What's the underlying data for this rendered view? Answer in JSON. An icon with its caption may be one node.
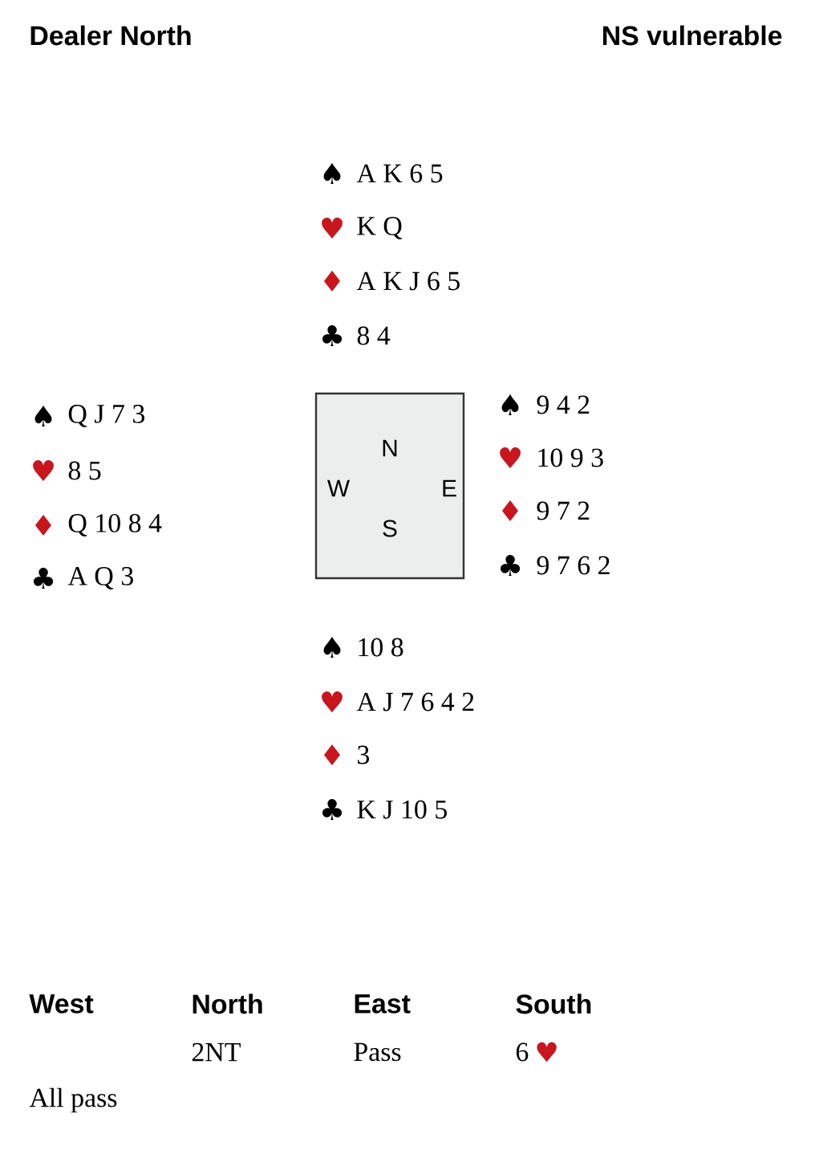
{
  "diagram": {
    "nodes": [
      {
        "text": [
          "N",
          "W",
          "E",
          "S"
        ]
      }
    ],
    "labels": [
      "Dealer North",
      "NS vulnerable",
      "♠",
      "A K 6 5",
      "♥",
      "K Q",
      "♦",
      "A K J 6 5",
      "♣",
      "8 4",
      "♠",
      "Q J 7 3",
      "♥",
      "8 5",
      "♦",
      "Q 10 8 4",
      "♣",
      "A Q 3",
      "♠",
      "9 4 2",
      "♥",
      "10 9 3",
      "♦",
      "9 7 2",
      "♣",
      "9 7 6 2",
      "♠",
      "10 8",
      "♥",
      "A J 7 6 4 2",
      "♦",
      "3",
      "♣",
      "K J 10 5",
      "West",
      "North",
      "East",
      "South",
      "2NT",
      "Pass",
      "6",
      "♥",
      "All pass"
    ]
  }
}
